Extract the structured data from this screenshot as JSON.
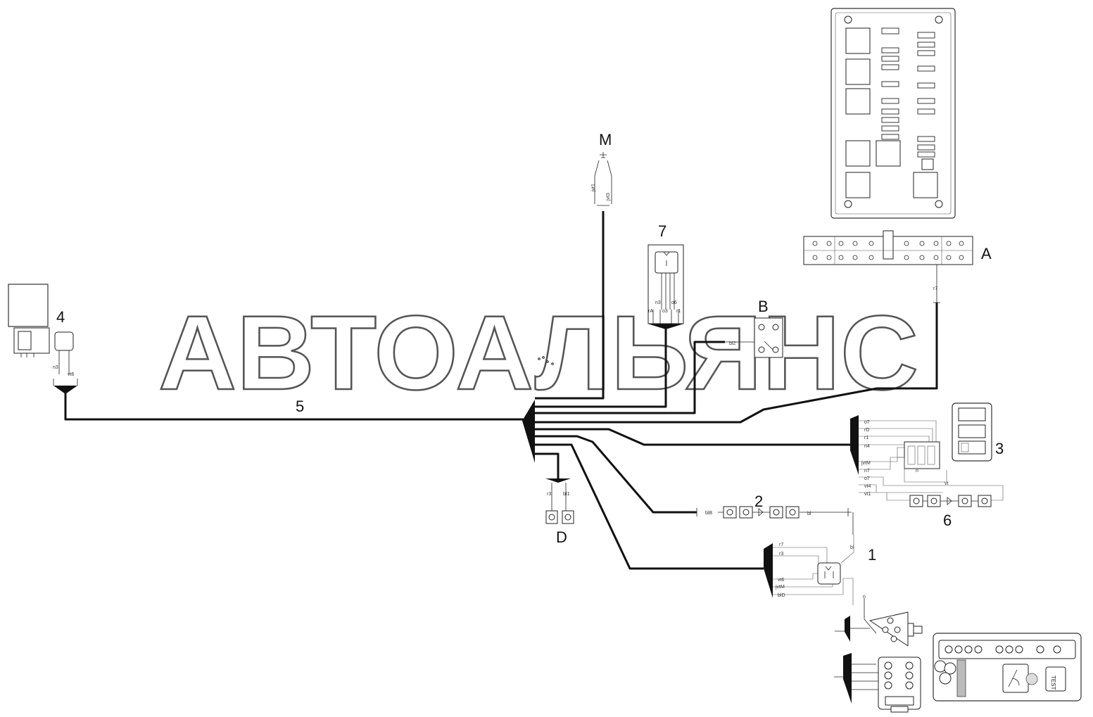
{
  "watermark": "АВТОАЛЬЯНС",
  "component_labels": {
    "m": "M",
    "c7": "7",
    "c4": "4",
    "b": "B",
    "a": "A",
    "c5": "5",
    "c3": "3",
    "c2": "2",
    "c6": "6",
    "d": "D",
    "c1": "1"
  },
  "wire_labels": {
    "jvt1": "jvt1",
    "jvt3": "jvt3",
    "n3_7": "n3",
    "o6_7": "o6",
    "rA_7": "rA",
    "o3_7": "o3",
    "r1_7": "r1",
    "n3_4": "n3",
    "vt6_4": "vt6",
    "bl2": "bl2",
    "r7_a": "r7",
    "o7_3": "o7",
    "rD_3": "rD",
    "r1_3": "r1",
    "n4_3": "n4",
    "jvtM_3": "jvtM",
    "n_3": "n",
    "n7_3": "n7",
    "o7b_3": "o7",
    "vt4_3": "vt4",
    "vt1_3": "vt1",
    "vt_6": "vt",
    "blB": "blB",
    "bl_2": "bl",
    "bl_1": "bl",
    "r3_d": "r3",
    "bl1_d": "bl1",
    "r7_1": "r7",
    "r3_1": "r3",
    "vt6_1": "vt6",
    "jvtM_1": "jvtM",
    "blD_1": "blD",
    "n_1": "n"
  },
  "panel_test": "TEST"
}
